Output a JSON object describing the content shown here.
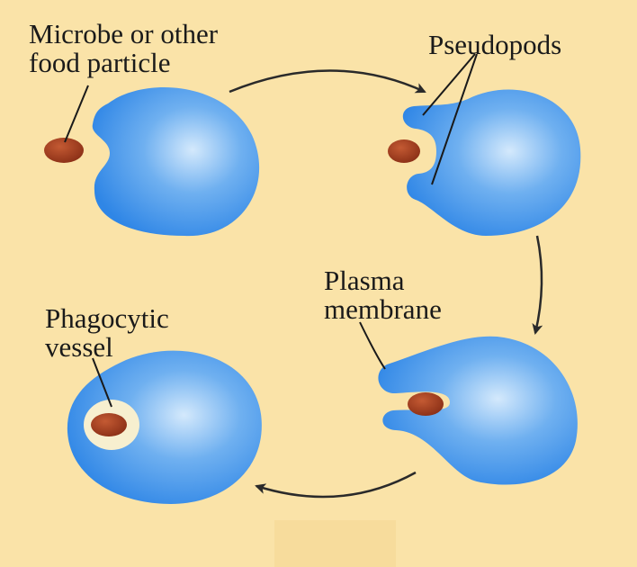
{
  "labels": {
    "microbe": [
      "Microbe or other",
      "food particle"
    ],
    "pseudopods": "Pseudopods",
    "plasma_membrane": [
      "Plasma",
      "membrane"
    ],
    "phagocytic_vessel": [
      "Phagocytic",
      "vessel"
    ]
  },
  "colors": {
    "background": "#fae3a8",
    "cell": "#3b8ee8",
    "cell_highlight": "#cfe6fb",
    "cell_edge": "#2a6fcf",
    "particle": "#9c3b1f",
    "vesicle": "#f7efcf",
    "arrow": "#2a2a2a",
    "leader_line": "#1a1a1a"
  }
}
